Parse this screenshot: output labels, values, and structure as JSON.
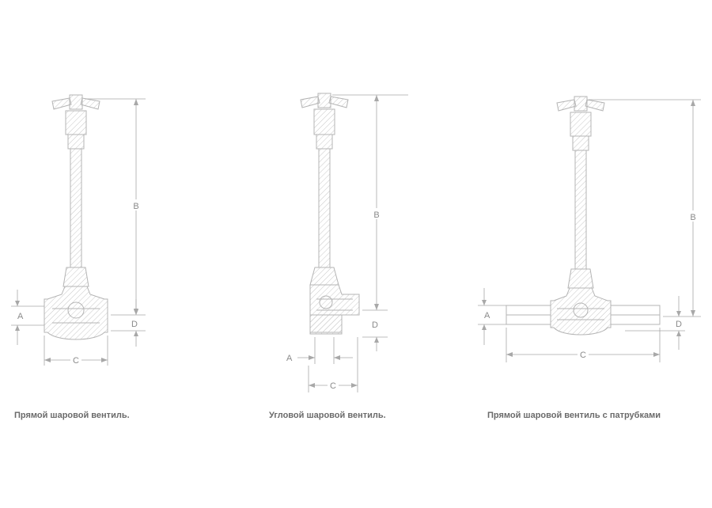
{
  "diagrams": [
    {
      "caption": "Прямой шаровой вентиль.",
      "labels": {
        "a": "A",
        "b": "B",
        "c": "C",
        "d": "D"
      }
    },
    {
      "caption": "Угловой шаровой вентиль.",
      "labels": {
        "a": "A",
        "b": "B",
        "c": "C",
        "d": "D"
      }
    },
    {
      "caption": "Прямой шаровой вентиль с патрубками",
      "labels": {
        "a": "A",
        "b": "B",
        "c": "C",
        "d": "D"
      }
    }
  ]
}
